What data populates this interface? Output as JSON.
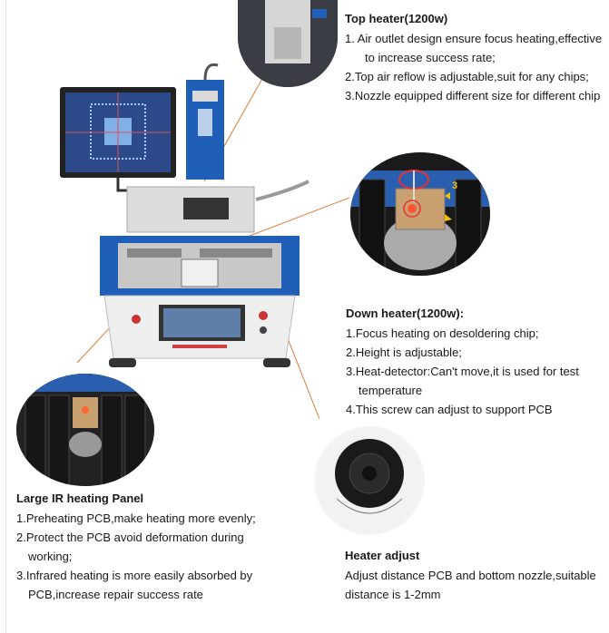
{
  "top_heater": {
    "title": "Top heater(1200w)",
    "items": [
      "1.  Air outlet design ensure focus heating,effective",
      "to increase success rate;",
      "2.Top air reflow is adjustable,suit for any chips;",
      "3.Nozzle equipped different size for different chip"
    ]
  },
  "down_heater": {
    "title": "Down heater(1200w):",
    "items": [
      "1.Focus heating on desoldering chip;",
      "2.Height is adjustable;",
      "3.Heat-detector:Can't move,it is used for test",
      "temperature",
      "4.This screw can adjust to support PCB"
    ]
  },
  "ir_panel": {
    "title": "Large IR heating Panel",
    "items": [
      "1.Preheating PCB,make heating more evenly;",
      "2.Protect the PCB avoid deformation during",
      "working;",
      "3.Infrared heating is more easily absorbed by",
      "PCB,increase repair success rate"
    ]
  },
  "heater_adjust": {
    "title": "Heater adjust",
    "items": [
      "Adjust distance PCB and bottom nozzle,suitable",
      "distance is 1-2mm"
    ]
  },
  "detail_markers": {
    "heat_detector_number": "3"
  },
  "colors": {
    "machine_blue": "#1f5fb8",
    "machine_white": "#eeeeee",
    "callout_line": "#e07b39",
    "ir_panel_dark": "#1e1e1e"
  }
}
